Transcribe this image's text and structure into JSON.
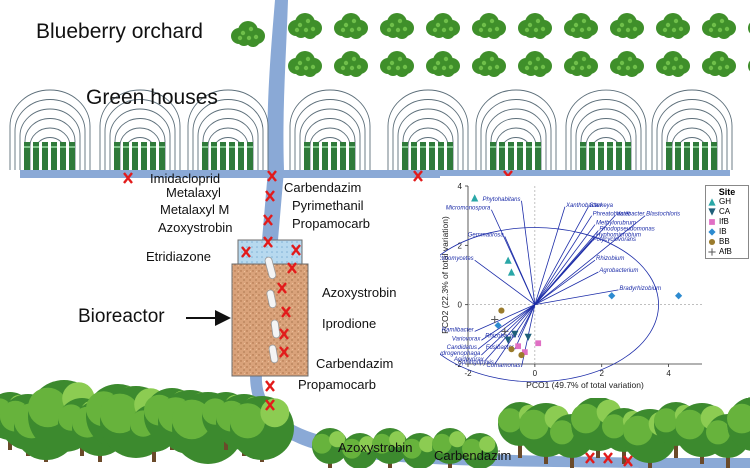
{
  "titles": {
    "orchard": "Blueberry orchard",
    "greenhouses": "Green houses",
    "bioreactor": "Bioreactor"
  },
  "pesticides": {
    "left_block": [
      "Imidacloprid",
      "Metalaxyl",
      "Metalaxyl M",
      "Azoxystrobin"
    ],
    "right_block": [
      "Carbendazim",
      "Pyrimethanil",
      "Propamocarb"
    ],
    "bioreactor_top": "Etridiazone",
    "bioreactor_right": [
      "Azoxystrobin",
      "Iprodione",
      "Carbendazim"
    ],
    "outflow": "Propamocarb",
    "stream_bottom": [
      "Azoxystrobin",
      "Carbendazim"
    ]
  },
  "colors": {
    "water": "#8aa9d6",
    "marker": "#e21b1b",
    "shrub": "#3f8f2a",
    "greenhouse": "#2f7a3a",
    "soil": "#d9a27a",
    "biplot": "#1c2ca8"
  },
  "chart_data": {
    "type": "scatter",
    "xlabel": "PCO1 (49.7% of total variation)",
    "ylabel": "PCO2 (22.3% of total variation)",
    "xlim": [
      -2,
      5
    ],
    "ylim": [
      -2,
      4
    ],
    "xticks": [
      "-2",
      "0",
      "2",
      "4"
    ],
    "yticks": [
      "-2",
      "0",
      "2",
      "4"
    ],
    "legend_title": "Site",
    "legend_position": "top-right",
    "series": [
      {
        "name": "GH",
        "marker": "triangle-up",
        "color": "#2aa7a7",
        "points": [
          [
            -1.8,
            3.6
          ],
          [
            -0.8,
            1.5
          ],
          [
            -0.7,
            1.1
          ]
        ]
      },
      {
        "name": "CA",
        "marker": "triangle-down",
        "color": "#1f5f7a",
        "points": [
          [
            -0.6,
            -1.0
          ],
          [
            -0.8,
            -1.2
          ],
          [
            -0.2,
            -1.1
          ]
        ]
      },
      {
        "name": "IfB",
        "marker": "square",
        "color": "#e06fc4",
        "points": [
          [
            -0.5,
            -1.4
          ],
          [
            0.1,
            -1.3
          ],
          [
            -0.3,
            -1.6
          ]
        ]
      },
      {
        "name": "IB",
        "marker": "diamond",
        "color": "#2d8bd0",
        "points": [
          [
            2.3,
            0.3
          ],
          [
            4.3,
            0.3
          ],
          [
            -1.1,
            -0.7
          ]
        ]
      },
      {
        "name": "BB",
        "marker": "circle",
        "color": "#9a7b2c",
        "points": [
          [
            -1.0,
            -0.2
          ],
          [
            -0.7,
            -1.5
          ],
          [
            -0.4,
            -1.7
          ]
        ]
      },
      {
        "name": "AfB",
        "marker": "plus",
        "color": "#555555",
        "points": [
          [
            -1.2,
            -0.5
          ],
          [
            -0.9,
            -0.9
          ]
        ]
      }
    ],
    "vectors": [
      {
        "name": "Micromonospora",
        "x": -1.3,
        "y": 3.2
      },
      {
        "name": "Phytohabitans",
        "x": -0.4,
        "y": 3.5
      },
      {
        "name": "Gemmatirosa",
        "x": -0.9,
        "y": 2.3
      },
      {
        "name": "Actinomycetes",
        "x": -1.8,
        "y": 1.5
      },
      {
        "name": "Xanthobacter",
        "x": 0.9,
        "y": 3.3
      },
      {
        "name": "Starkeya",
        "x": 1.6,
        "y": 3.3
      },
      {
        "name": "Phreatobacter",
        "x": 1.7,
        "y": 3.0
      },
      {
        "name": "Variibacter",
        "x": 2.4,
        "y": 3.0
      },
      {
        "name": "Blastochloris",
        "x": 3.3,
        "y": 3.0
      },
      {
        "name": "Methylorubrum",
        "x": 1.8,
        "y": 2.7
      },
      {
        "name": "Rhodopseudomonas",
        "x": 1.9,
        "y": 2.5
      },
      {
        "name": "Hyphomicrobium",
        "x": 1.8,
        "y": 2.3
      },
      {
        "name": "Polycyclovorans",
        "x": 1.7,
        "y": 2.15
      },
      {
        "name": "Rhizobium",
        "x": 1.8,
        "y": 1.5
      },
      {
        "name": "Agrobacterium",
        "x": 1.9,
        "y": 1.1
      },
      {
        "name": "Bradyrhizobium",
        "x": 2.5,
        "y": 0.5
      },
      {
        "name": "Ramlibacter",
        "x": -1.8,
        "y": -0.9
      },
      {
        "name": "Variovorax",
        "x": -1.6,
        "y": -1.2
      },
      {
        "name": "Candidatus",
        "x": -1.7,
        "y": -1.5
      },
      {
        "name": "Hydrogenophaga",
        "x": -1.6,
        "y": -1.7
      },
      {
        "name": "Acidovorax",
        "x": -1.5,
        "y": -1.9
      },
      {
        "name": "Sphingopyxis",
        "x": -1.2,
        "y": -2.0
      },
      {
        "name": "Rhizobacter",
        "x": -0.5,
        "y": -1.1
      },
      {
        "name": "Fusibacter",
        "x": -0.6,
        "y": -1.5
      },
      {
        "name": "Comamonas",
        "x": -0.4,
        "y": -2.1
      }
    ]
  }
}
